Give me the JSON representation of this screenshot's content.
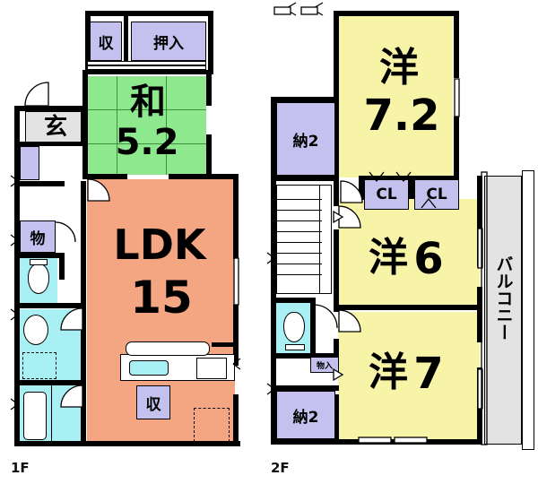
{
  "document": {
    "type": "real-estate-floor-plan",
    "floors": [
      {
        "id": "1F",
        "label": "1F"
      },
      {
        "id": "2F",
        "label": "2F"
      }
    ]
  },
  "colors": {
    "ldk": "#f4a582",
    "washitsu": "#8ee88e",
    "youshitsu": "#f7f4a8",
    "closet": "#c5c1ee",
    "water": "#a8f0f4",
    "entrance": "#e3e3e3",
    "balcony": "#e3e3e3",
    "wall": "#000000",
    "paper": "#ffffff"
  },
  "floor1": {
    "label": "1F",
    "rooms": [
      {
        "name": "ldk",
        "label": "LDK",
        "size": "15",
        "color": "#f4a582"
      },
      {
        "name": "washitsu",
        "label": "和",
        "size": "5.2",
        "color": "#8ee88e"
      },
      {
        "name": "entrance",
        "label": "玄",
        "size": "",
        "color": "#e3e3e3"
      }
    ],
    "closets": [
      {
        "name": "closet-shu-top",
        "label": "収"
      },
      {
        "name": "closet-oshiire",
        "label": "押入"
      },
      {
        "name": "closet-mono",
        "label": "物"
      },
      {
        "name": "closet-ldk-storage",
        "label": "収"
      },
      {
        "name": "closet-entry-shoe",
        "label": ""
      }
    ]
  },
  "floor2": {
    "label": "2F",
    "rooms": [
      {
        "name": "youshitsu-72",
        "label": "洋",
        "size": "7.2",
        "color": "#f7f4a8"
      },
      {
        "name": "youshitsu-6",
        "label": "洋",
        "size": "6",
        "color": "#f7f4a8"
      },
      {
        "name": "youshitsu-7",
        "label": "洋",
        "size": "7",
        "color": "#f7f4a8"
      }
    ],
    "closets": [
      {
        "name": "closet-nando-top",
        "label": "納2"
      },
      {
        "name": "closet-nando-bottom",
        "label": "納2"
      },
      {
        "name": "closet-cl-left",
        "label": "CL"
      },
      {
        "name": "closet-cl-right",
        "label": "CL"
      },
      {
        "name": "closet-mono-iri",
        "label": "物入"
      }
    ],
    "balcony": {
      "name": "balcony",
      "label": "バルコニー"
    }
  }
}
